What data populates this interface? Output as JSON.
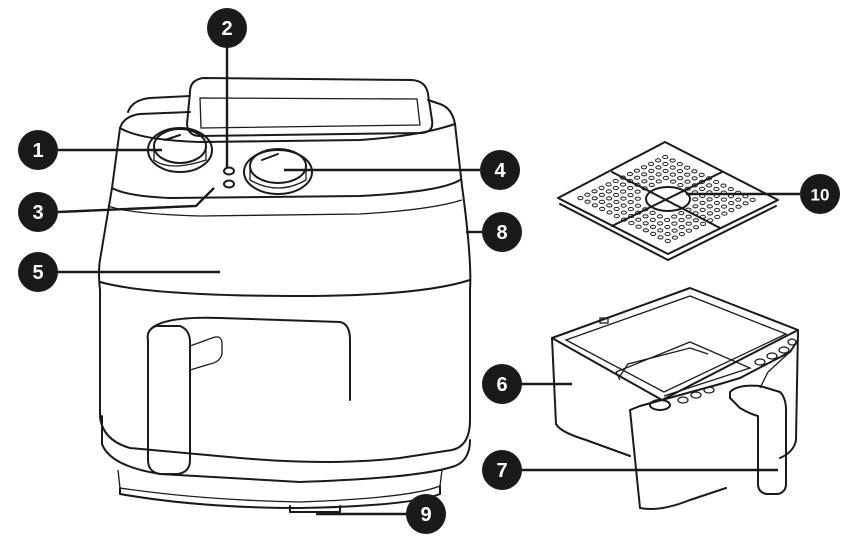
{
  "callouts": [
    {
      "id": "1",
      "part": "left-knob"
    },
    {
      "id": "2",
      "part": "indicator-light-top"
    },
    {
      "id": "3",
      "part": "indicator-light-bottom"
    },
    {
      "id": "4",
      "part": "right-knob"
    },
    {
      "id": "5",
      "part": "main-housing"
    },
    {
      "id": "6",
      "part": "basket"
    },
    {
      "id": "7",
      "part": "basket-handle"
    },
    {
      "id": "8",
      "part": "air-outlet"
    },
    {
      "id": "9",
      "part": "base-feet"
    },
    {
      "id": "10",
      "part": "crisper-plate"
    }
  ],
  "colors": {
    "line": "#1a1a1a",
    "background": "#ffffff",
    "badge_text": "#ffffff"
  }
}
